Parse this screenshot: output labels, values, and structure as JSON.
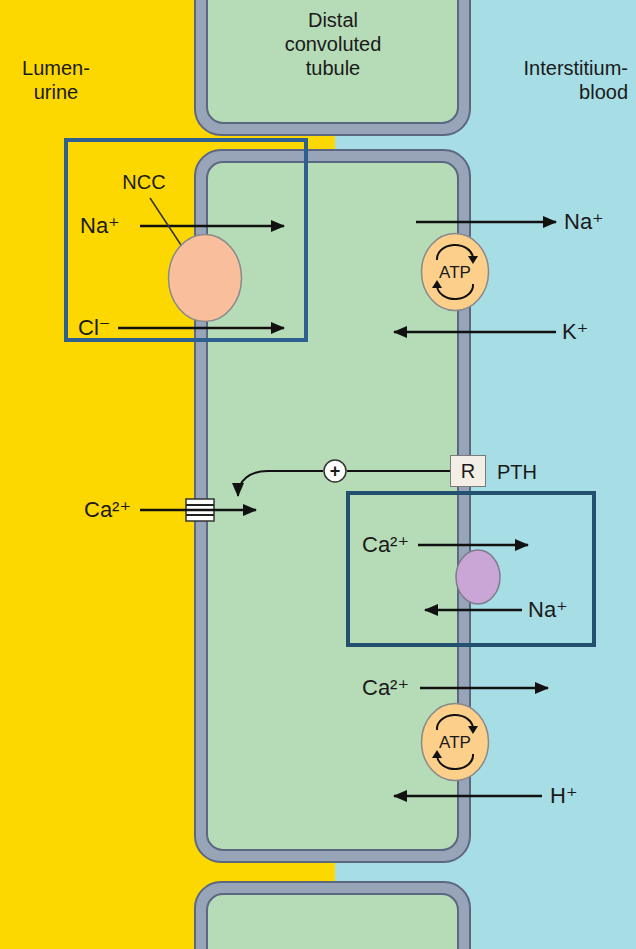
{
  "diagram": {
    "nodes": [
      {
        "text": [
          "Lumen- urine"
        ]
      },
      {
        "text": [
          "Distal convoluted tubule"
        ]
      },
      {
        "text": [
          "Interstitium- blood"
        ]
      },
      {
        "text": [
          "NCC"
        ]
      },
      {
        "text": [
          "ATP"
        ]
      },
      {
        "text": [
          "+"
        ]
      },
      {
        "text": [
          "R"
        ]
      },
      {
        "text": [
          "ATP"
        ]
      }
    ],
    "edges": [
      {
        "from": 6,
        "to": 5,
        "arrow": "none"
      }
    ],
    "labels": [
      "Na⁺",
      "Na⁺",
      "Cl⁻",
      "K⁺",
      "PTH",
      "Ca²⁺",
      "Ca²⁺",
      "Na⁺",
      "Ca²⁺",
      "H⁺"
    ]
  }
}
